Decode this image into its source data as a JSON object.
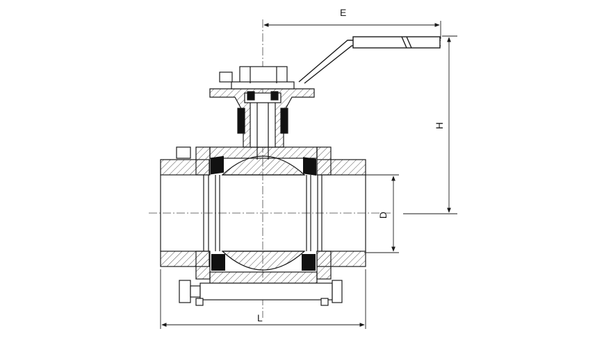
{
  "dimensions": {
    "e_label": "E",
    "h_label": "H",
    "d_label": "D",
    "l_label": "L"
  },
  "colors": {
    "line": "#1a1a1a",
    "hatch": "#555555",
    "seal": "#111111",
    "background": "#ffffff"
  }
}
